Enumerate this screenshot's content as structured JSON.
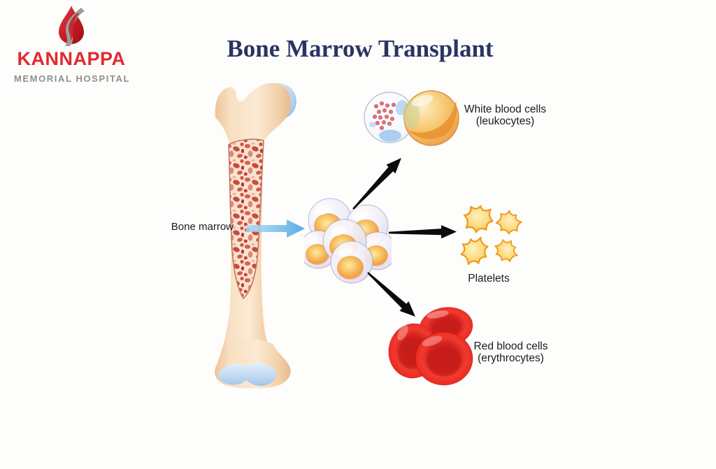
{
  "brand": {
    "name": "KANNAPPA",
    "tagline": "MEMORIAL HOSPITAL"
  },
  "title": "Bone Marrow Transplant",
  "diagram": {
    "source_label": "Bone marrow",
    "products": [
      {
        "id": "white-blood-cells",
        "label_line1": "White blood cells",
        "label_line2": "(leukocytes)"
      },
      {
        "id": "platelets",
        "label_line1": "Platelets",
        "label_line2": ""
      },
      {
        "id": "red-blood-cells",
        "label_line1": "Red blood cells",
        "label_line2": "(erythrocytes)"
      }
    ]
  },
  "colors": {
    "title_navy": "#2a3462",
    "brand_red": "#e12a2e",
    "brand_gray": "#8e8e8e",
    "label_text": "#1c1c1c",
    "bone_peach": "#f8e0c2",
    "cartilage_blue": "#b9d6f0",
    "marrow_base": "#f8e3d2",
    "marrow_spot_red": "#d45a48",
    "stem_cell_yolk": "#f5b14e",
    "platelet_orange": "#f5a82b",
    "rbc_red": "#e2231e",
    "arrow_black": "#0b0b0b",
    "arrow_blue": "#6db9ec",
    "background": "#fdfdfb"
  }
}
